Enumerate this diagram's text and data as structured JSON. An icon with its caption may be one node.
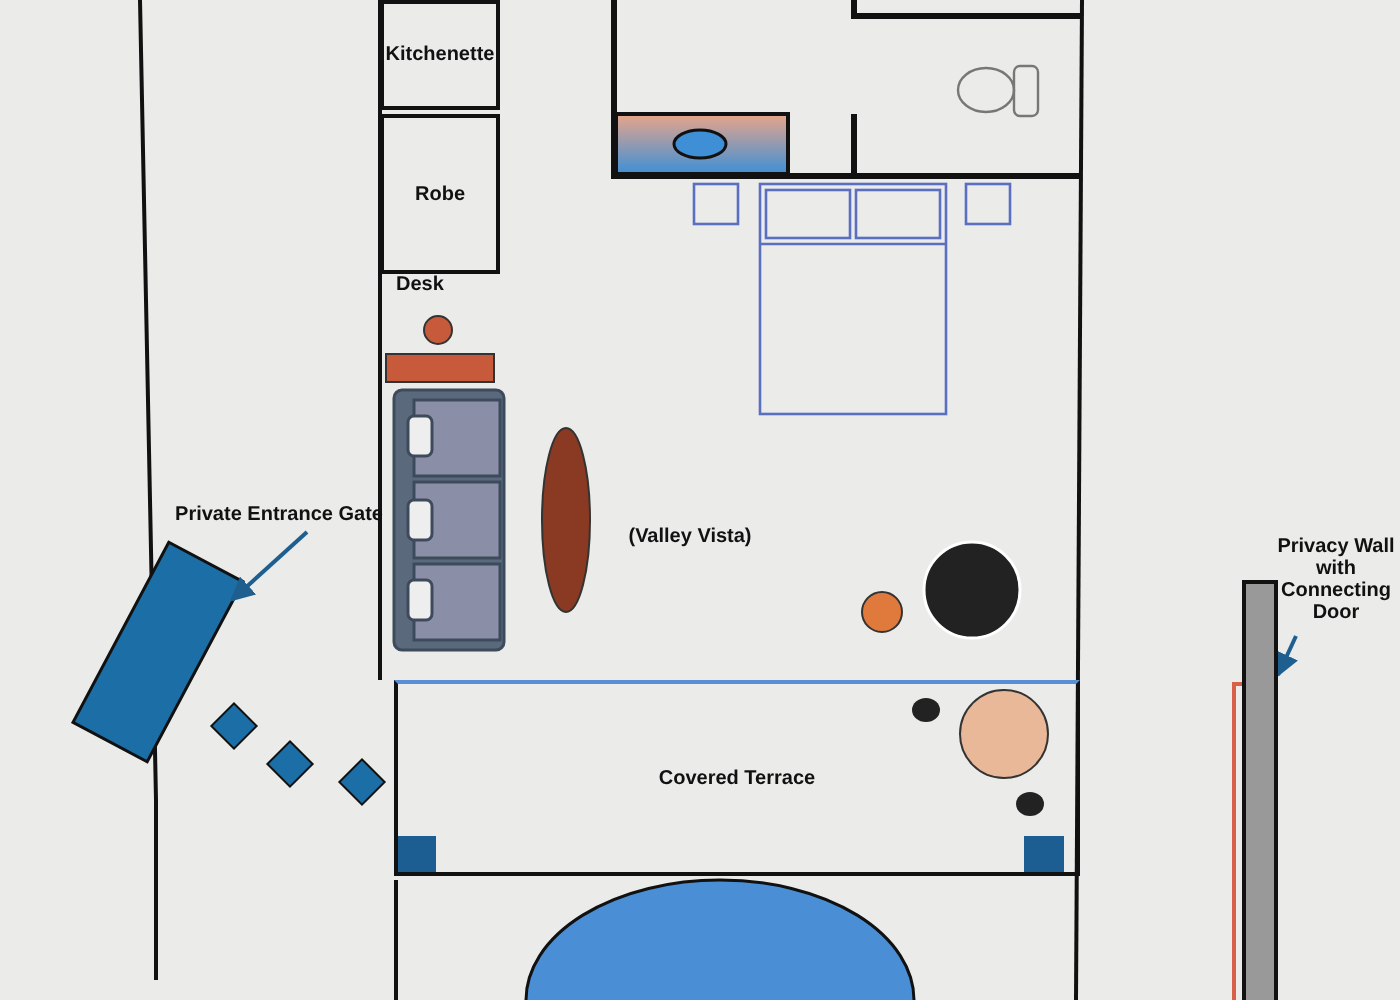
{
  "diagram": {
    "nodes": [
      {
        "text": [
          "Kitchenette"
        ]
      },
      {
        "text": [
          "Robe"
        ]
      },
      {
        "text": [
          "(Valley Vista)"
        ]
      },
      {
        "text": [
          "Covered Terrace"
        ]
      },
      {
        "text": [
          "Private Entrance Gate"
        ]
      },
      {
        "text": [],
        "shape": "box"
      },
      {
        "text": [
          "Privacy Wall with Connecting Door"
        ]
      },
      {
        "text": [],
        "shape": "bar"
      }
    ],
    "edges": [
      {
        "from": 4,
        "to": 5,
        "arrow": "to"
      },
      {
        "from": 6,
        "to": 7,
        "arrow": "to"
      }
    ],
    "labels": [
      "Desk"
    ]
  }
}
